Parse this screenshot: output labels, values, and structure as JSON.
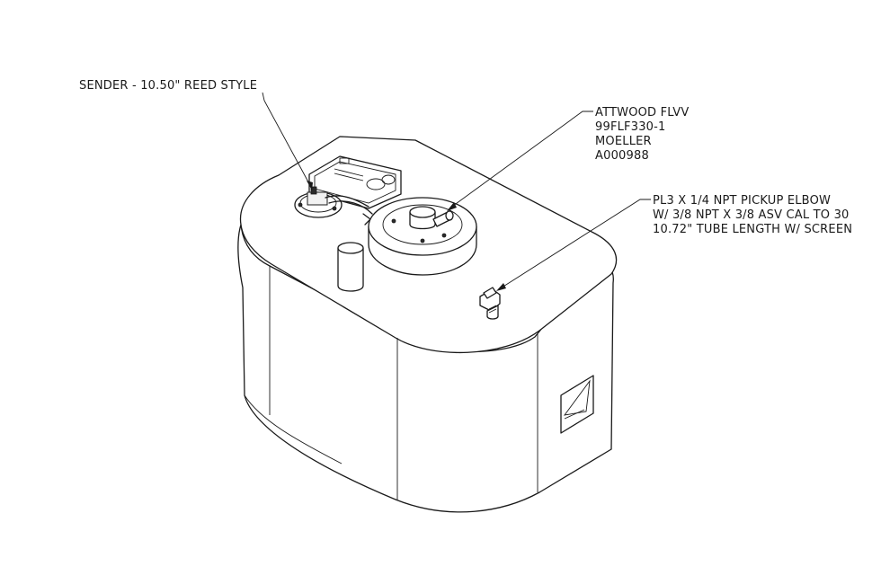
{
  "callouts": {
    "sender": {
      "lines": [
        "SENDER  - 10.50\" REED STYLE"
      ]
    },
    "vent": {
      "lines": [
        "ATTWOOD FLVV",
        "99FLF330-1",
        "MOELLER",
        "A000988"
      ]
    },
    "pickup": {
      "lines": [
        "PL3 X 1/4 NPT PICKUP  ELBOW",
        "W/ 3/8 NPT X 3/8 ASV CAL TO 30",
        "10.72\" TUBE LENGTH W/ SCREEN"
      ]
    }
  },
  "icons": [
    "sender-icon",
    "vent-valve-icon",
    "fill-neck-icon",
    "pickup-elbow-icon",
    "tank-icon"
  ],
  "colors": {
    "line": "#1a1a1a",
    "background": "#ffffff"
  }
}
